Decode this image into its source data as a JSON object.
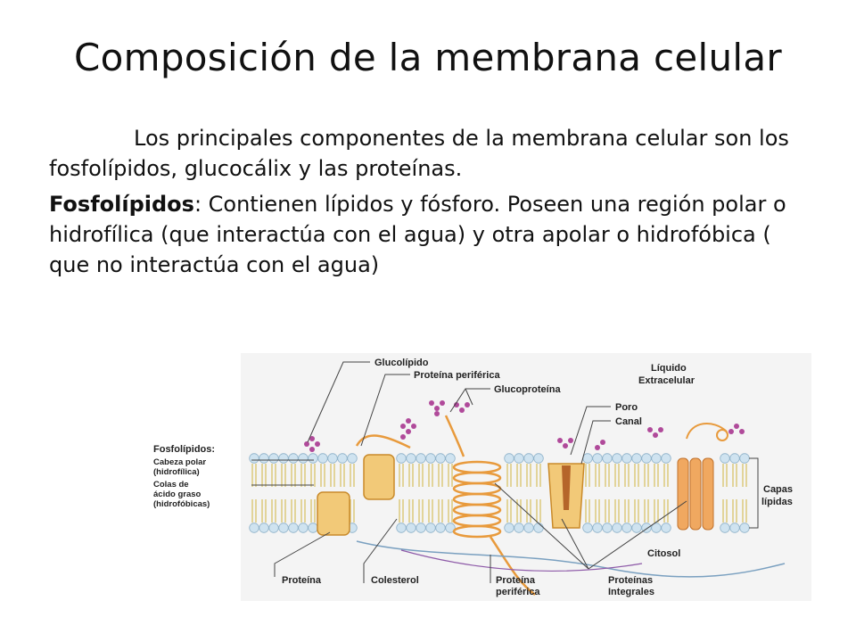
{
  "slide": {
    "title": "Composición de la membrana celular",
    "paragraph1": "Los principales componentes de la membrana celular son los fosfolípidos, glucocálix y las proteínas.",
    "paragraph2_term": "Fosfolípidos",
    "paragraph2_rest": ": Contienen lípidos y fósforo. Poseen una región polar o hidrofílica (que interactúa con el agua) y otra apolar o hidrofóbica ( que no interactúa con el agua)"
  },
  "figure": {
    "labels": {
      "glucolipido": "Glucolípido",
      "proteina_periferica_top": "Proteína periférica",
      "glucoproteina": "Glucoproteína",
      "liquido_1": "Líquido",
      "liquido_2": "Extracelular",
      "poro": "Poro",
      "canal": "Canal",
      "fosfolipidos": "Fosfolípidos:",
      "cabeza_polar_1": "Cabeza polar",
      "cabeza_polar_2": "(hidrofílica)",
      "colas_1": "Colas de",
      "colas_2": "ácido graso",
      "colas_3": "(hidrofóbicas)",
      "capas_1": "Capas",
      "capas_2": "lípidas",
      "citosol": "Citosol",
      "proteina": "Proteína",
      "colesterol": "Colesterol",
      "proteina_periferica_bottom_1": "Proteína",
      "proteina_periferica_bottom_2": "periférica",
      "proteinas_integrales_1": "Proteínas",
      "proteinas_integrales_2": "Integrales"
    },
    "colors": {
      "head": "#cfe3f0",
      "protein": "#f2b25c",
      "glyco": "#b04a9a",
      "tail": "#d9c46a"
    }
  }
}
